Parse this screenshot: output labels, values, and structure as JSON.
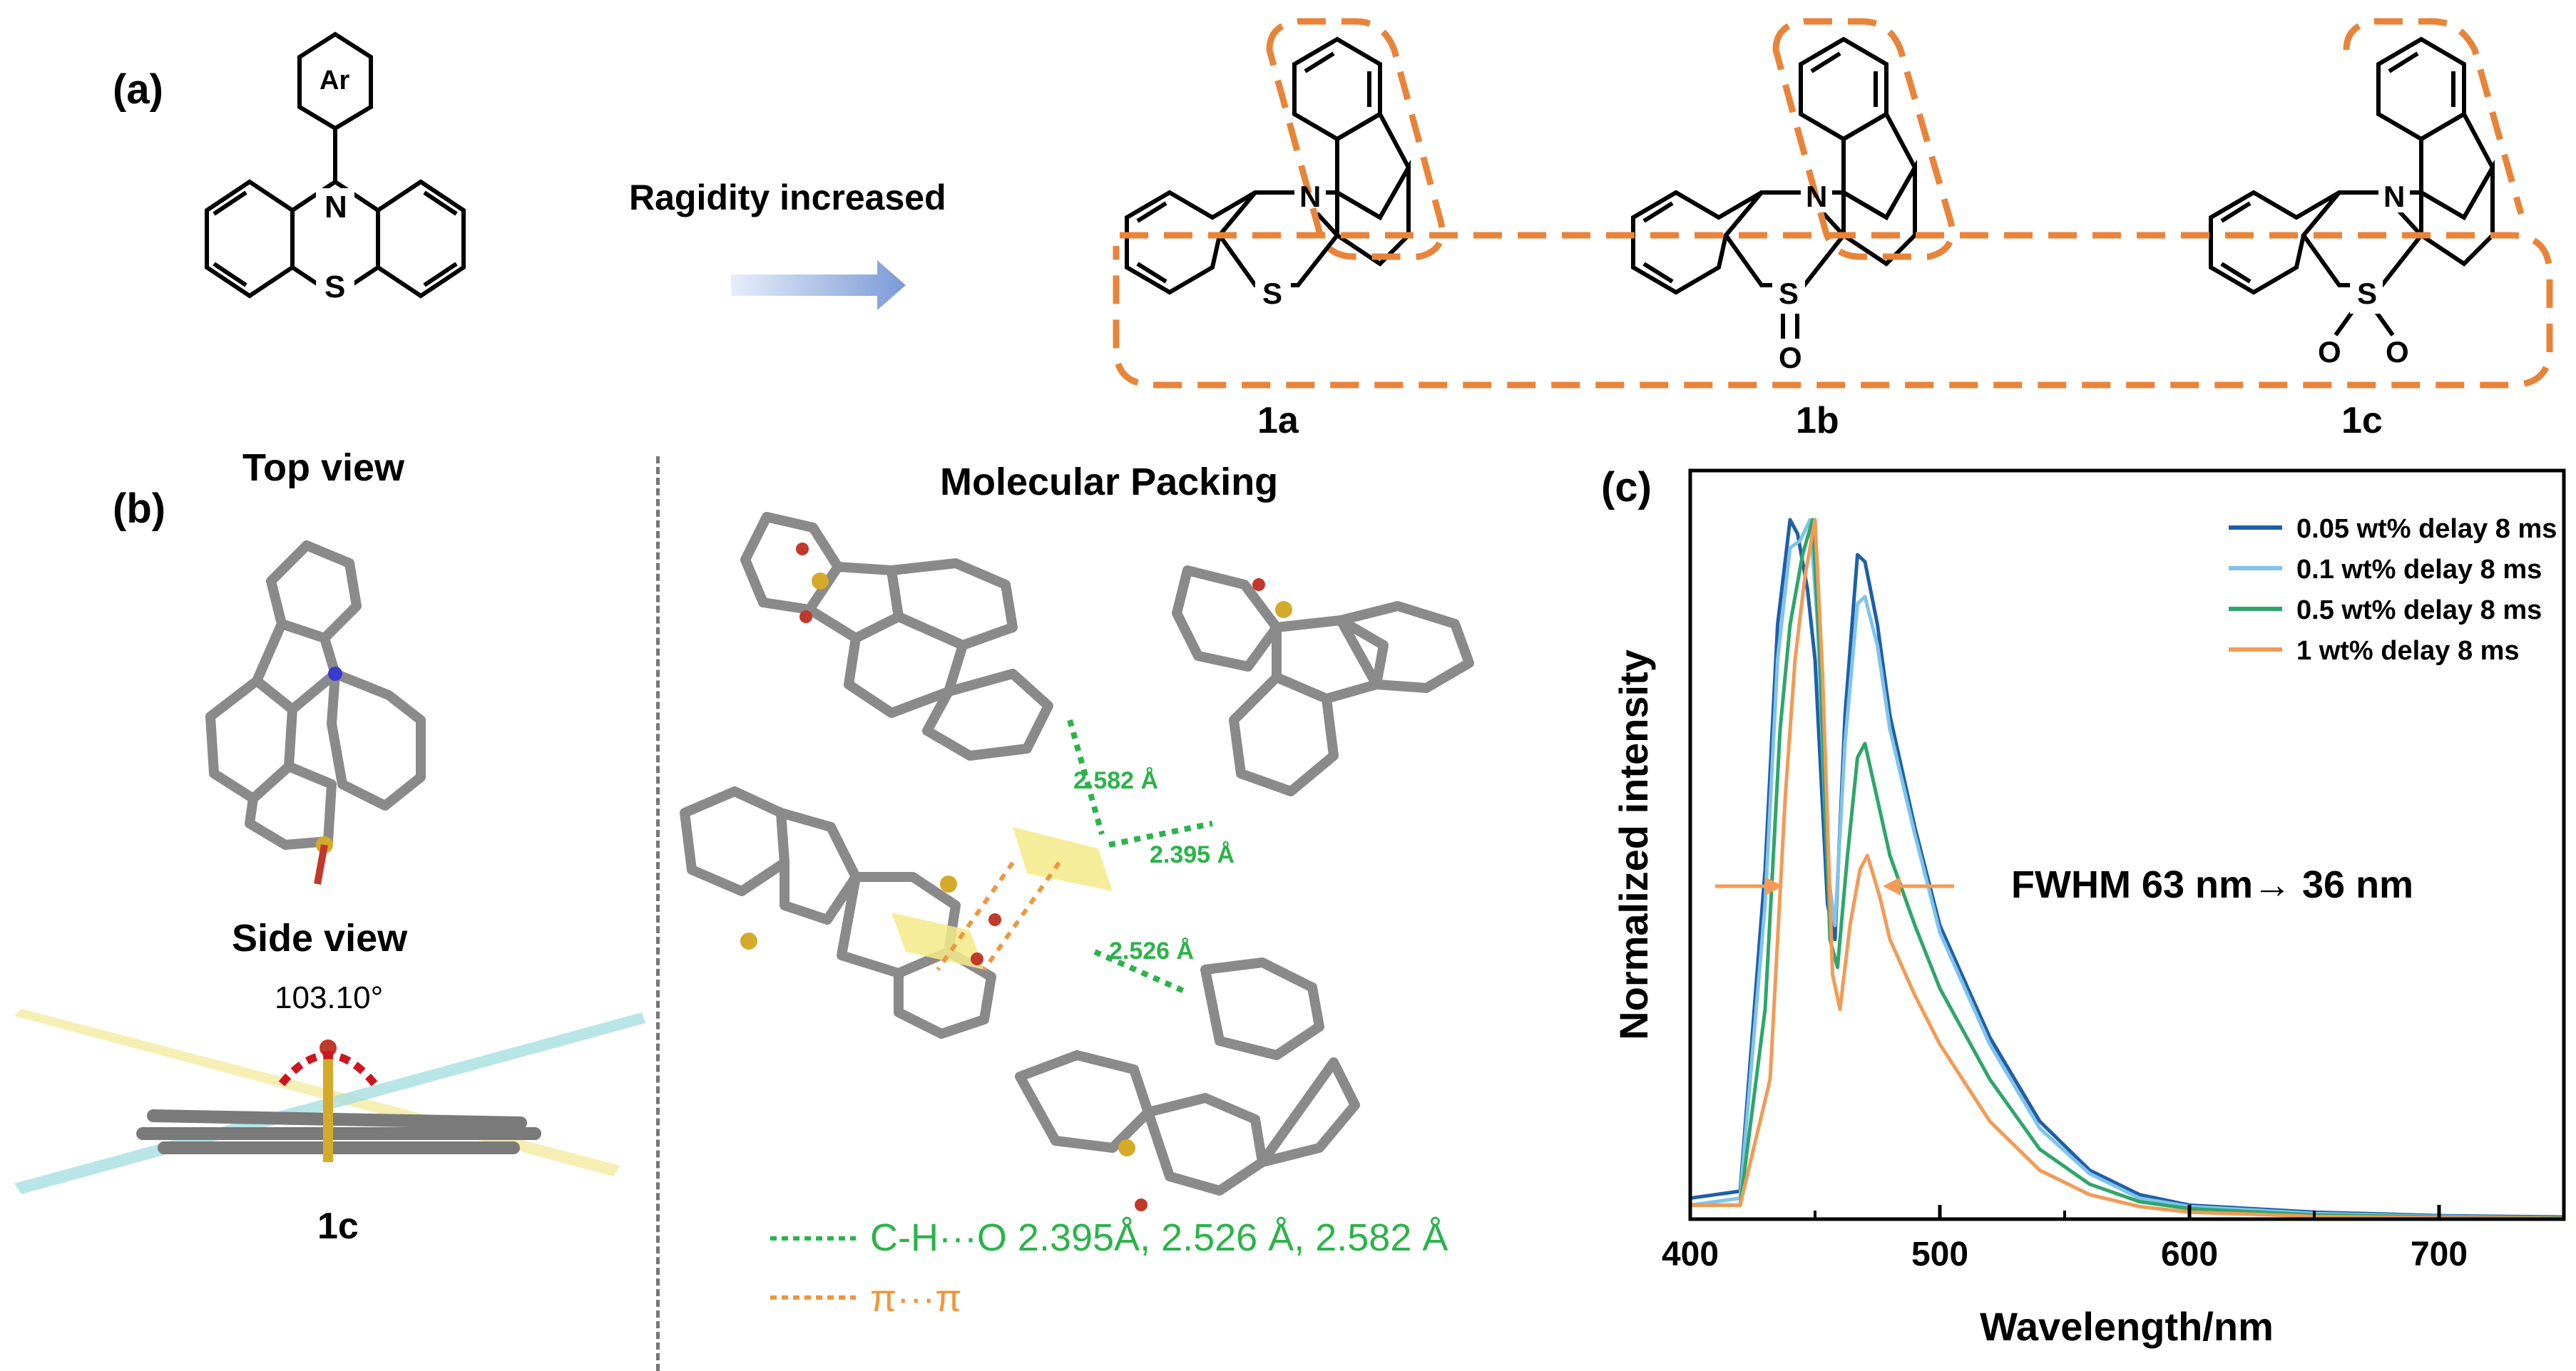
{
  "panel_a": {
    "label": "(a)",
    "arrow_text": "Ragidity increased",
    "generic_structure": {
      "aryl": "Ar",
      "nitrogen": "N",
      "sulfur": "S"
    },
    "compounds": [
      {
        "id": "1a",
        "label": "1a",
        "atoms": [
          "N",
          "S"
        ]
      },
      {
        "id": "1b",
        "label": "1b",
        "atoms": [
          "N",
          "S",
          "O"
        ]
      },
      {
        "id": "1c",
        "label": "1c",
        "atoms": [
          "N",
          "S",
          "O",
          "O"
        ]
      }
    ],
    "highlight_color": "#e8843a"
  },
  "panel_b": {
    "label": "(b)",
    "top_view_title": "Top view",
    "side_view_title": "Side view",
    "angle": "103.10°",
    "compound_label": "1c",
    "packing_title": "Molecular Packing",
    "contacts": [
      "2.582 Å",
      "2.395 Å",
      "2.526 Å"
    ],
    "legend_ch_o": "C-H···O 2.395Å, 2.526 Å, 2.582 Å",
    "legend_pi_pi": "π···π",
    "ch_o_color": "#2bb34a",
    "pi_color": "#f0963c"
  },
  "panel_c": {
    "label": "(c)",
    "annotation": "FWHM 63 nm→ 36 nm",
    "chart_data": {
      "type": "line",
      "xlabel": "Wavelength/nm",
      "ylabel": "Normalized intensity",
      "xlim": [
        400,
        750
      ],
      "ylim": [
        0,
        1.05
      ],
      "x_ticks": [
        400,
        500,
        600,
        700
      ],
      "legend_position": "top-right",
      "series": [
        {
          "name": "0.05 wt% delay 8 ms",
          "color": "#1f5fa8",
          "x": [
            400,
            420,
            430,
            435,
            440,
            443,
            447,
            450,
            455,
            458,
            462,
            467,
            470,
            475,
            480,
            490,
            500,
            520,
            540,
            560,
            580,
            600,
            650,
            700,
            750
          ],
          "y": [
            0.03,
            0.04,
            0.5,
            0.85,
            1.0,
            0.98,
            0.9,
            0.8,
            0.45,
            0.4,
            0.72,
            0.95,
            0.94,
            0.85,
            0.72,
            0.56,
            0.42,
            0.26,
            0.14,
            0.07,
            0.035,
            0.02,
            0.01,
            0.005,
            0.003
          ]
        },
        {
          "name": "0.1 wt% delay 8 ms",
          "color": "#7fc4ea",
          "x": [
            400,
            420,
            430,
            435,
            440,
            444,
            448,
            451,
            455,
            458,
            462,
            467,
            470,
            475,
            480,
            490,
            500,
            520,
            540,
            560,
            580,
            600,
            650,
            700,
            750
          ],
          "y": [
            0.02,
            0.03,
            0.45,
            0.8,
            0.96,
            0.97,
            1.0,
            0.85,
            0.5,
            0.42,
            0.68,
            0.88,
            0.89,
            0.82,
            0.7,
            0.55,
            0.41,
            0.25,
            0.13,
            0.065,
            0.03,
            0.018,
            0.008,
            0.004,
            0.002
          ]
        },
        {
          "name": "0.5 wt% delay 8 ms",
          "color": "#2ea66a",
          "x": [
            400,
            420,
            430,
            436,
            440,
            445,
            449,
            452,
            456,
            459,
            463,
            467,
            470,
            475,
            480,
            490,
            500,
            520,
            540,
            560,
            580,
            600,
            650,
            700,
            750
          ],
          "y": [
            0.02,
            0.02,
            0.3,
            0.7,
            0.85,
            0.95,
            1.0,
            0.8,
            0.4,
            0.36,
            0.52,
            0.66,
            0.68,
            0.6,
            0.52,
            0.42,
            0.33,
            0.2,
            0.1,
            0.05,
            0.025,
            0.015,
            0.006,
            0.003,
            0.002
          ]
        },
        {
          "name": "1 wt% delay 8 ms",
          "color": "#f39a55",
          "x": [
            400,
            420,
            432,
            438,
            442,
            446,
            450,
            453,
            457,
            460,
            464,
            468,
            471,
            476,
            480,
            490,
            500,
            520,
            540,
            560,
            580,
            600,
            650,
            700,
            750
          ],
          "y": [
            0.02,
            0.02,
            0.2,
            0.6,
            0.8,
            0.92,
            1.0,
            0.78,
            0.35,
            0.3,
            0.42,
            0.5,
            0.52,
            0.46,
            0.4,
            0.32,
            0.25,
            0.14,
            0.07,
            0.035,
            0.018,
            0.01,
            0.004,
            0.002,
            0.001
          ]
        }
      ]
    }
  }
}
